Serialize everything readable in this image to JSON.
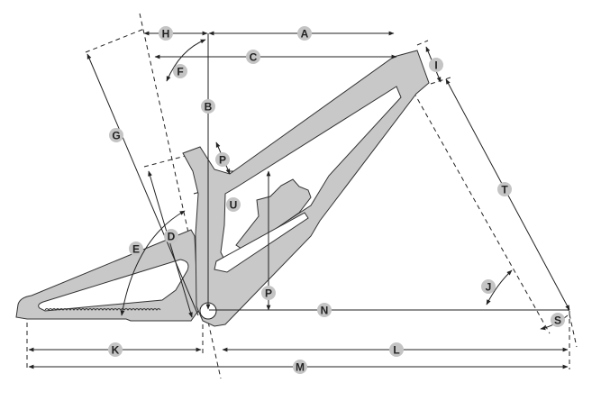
{
  "diagram": {
    "title": "Bike frame geometry",
    "labels": [
      "H",
      "A",
      "F",
      "C",
      "I",
      "B",
      "G",
      "P",
      "U",
      "T",
      "E",
      "D",
      "J",
      "P",
      "N",
      "S",
      "K",
      "L",
      "M"
    ],
    "colors": {
      "frame": "#c8c8c8",
      "label_bg": "#c4c4c4",
      "line": "#222222"
    }
  }
}
